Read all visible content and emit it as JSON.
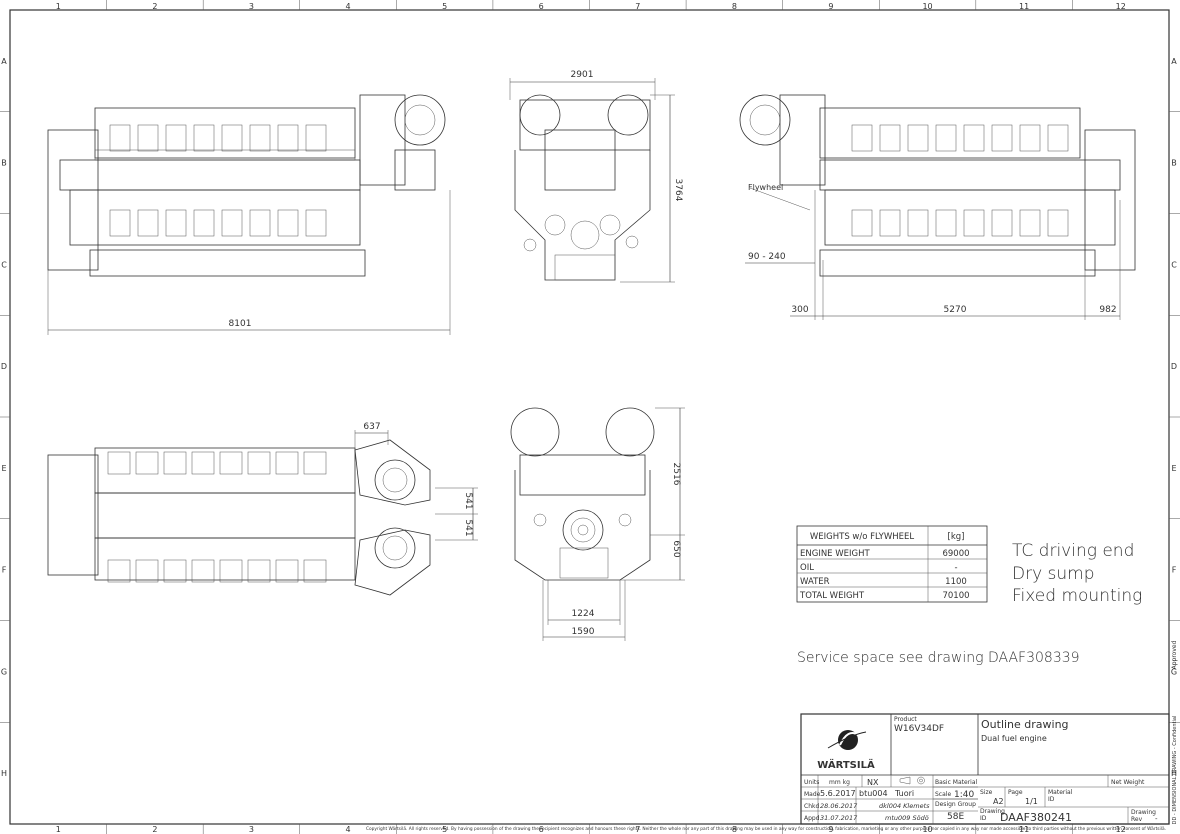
{
  "frame": {
    "columns": [
      "1",
      "2",
      "3",
      "4",
      "5",
      "6",
      "7",
      "8",
      "9",
      "10",
      "11",
      "12"
    ],
    "rows": [
      "A",
      "B",
      "C",
      "D",
      "E",
      "F",
      "G",
      "H"
    ],
    "right_margin_label": "Approved",
    "side_note": "DD - DIMENSIONAL DRAWING - Confidential"
  },
  "dimensions": {
    "side_length": "8101",
    "front_width": "2901",
    "front_height": "3764",
    "flywheel_label": "Flywheel",
    "flywheel_offset": "90 - 240",
    "rear_left": "300",
    "rear_mid": "5270",
    "rear_right": "982",
    "top_tc": "637",
    "top_541_a": "541",
    "top_541_b": "541",
    "end_height": "2516",
    "end_lower": "650",
    "end_width_inner": "1224",
    "end_width_outer": "1590"
  },
  "weights_table": {
    "header_label": "WEIGHTS w/o FLYWHEEL",
    "header_unit": "[kg]",
    "rows": [
      {
        "label": "ENGINE WEIGHT",
        "value": "69000"
      },
      {
        "label": "OIL",
        "value": "-"
      },
      {
        "label": "WATER",
        "value": "1100"
      },
      {
        "label": "TOTAL WEIGHT",
        "value": "70100"
      }
    ]
  },
  "notes": {
    "line1": "TC driving end",
    "line2": "Dry sump",
    "line3": "Fixed mounting",
    "service": "Service space see drawing DAAF308339"
  },
  "title_block": {
    "logo_text": "WÄRTSILÄ",
    "product_label": "Product",
    "product_value": "W16V34DF",
    "title": "Outline drawing",
    "subtitle": "Dual fuel engine",
    "units_label": "Units",
    "units_value": "mm kg",
    "nx": "NX",
    "basic_material": "Basic Material",
    "net_weight": "Net Weight",
    "made_label": "Made",
    "made_date": "5.6.2017",
    "made_user": "btu004",
    "made_name": "Tuori",
    "scale_label": "Scale",
    "scale_value": "1:40",
    "size_label": "Size",
    "size_value": "A2",
    "page_label": "Page",
    "page_value": "1/1",
    "material_label": "Material",
    "material_id": "ID",
    "chkd_label": "Chkd",
    "chkd_date": "28.06.2017",
    "chkd_user": "dkl004 Klemets",
    "design_group_label": "Design Group",
    "design_group_value": "58E",
    "appd_label": "Appd",
    "appd_date": "31.07.2017",
    "appd_user": "mtu009 Södö",
    "drawing_label": "Drawing",
    "drawing_id_label": "ID",
    "drawing_id": "DAAF380241",
    "drawing_rev_label": "Drawing",
    "rev_label": "Rev",
    "rev_value": "-"
  },
  "copyright": "Copyright Wärtsilä. All rights reserved. By having possession of the drawing the recipient recognizes and honours these rights. Neither the whole nor any part of this drawing may be used in any way for construction, fabrication, marketing or any other purpose nor copied in any way nor made accessible to third parties without the previous written consent of Wärtsilä."
}
